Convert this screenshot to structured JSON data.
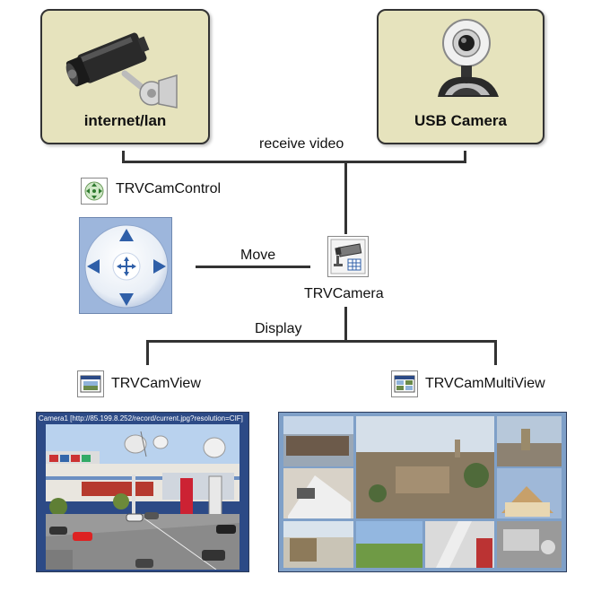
{
  "sources": {
    "internet": {
      "label": "internet/lan",
      "icon": "ip-camera-icon"
    },
    "usb": {
      "label": "USB Camera",
      "icon": "webcam-icon"
    }
  },
  "connectors": {
    "receive_video": "receive video",
    "move": "Move",
    "display": "Display"
  },
  "components": {
    "camcontrol": {
      "label": "TRVCamControl",
      "icon": "joystick-icon"
    },
    "camera": {
      "label": "TRVCamera",
      "icon": "camera-component-icon"
    },
    "camview": {
      "label": "TRVCamView",
      "icon": "camview-icon"
    },
    "multiview": {
      "label": "TRVCamMultiView",
      "icon": "multiview-icon"
    }
  },
  "camview_screen": {
    "title": "Camera1 [http://85.199.8.252/record/current.jpg?resolution=CIF]"
  },
  "colors": {
    "box_fill": "#e6e3bd",
    "control_bg": "#9db6dc",
    "arrow": "#2f5fa8",
    "view_title_bg": "#2c4a86"
  }
}
